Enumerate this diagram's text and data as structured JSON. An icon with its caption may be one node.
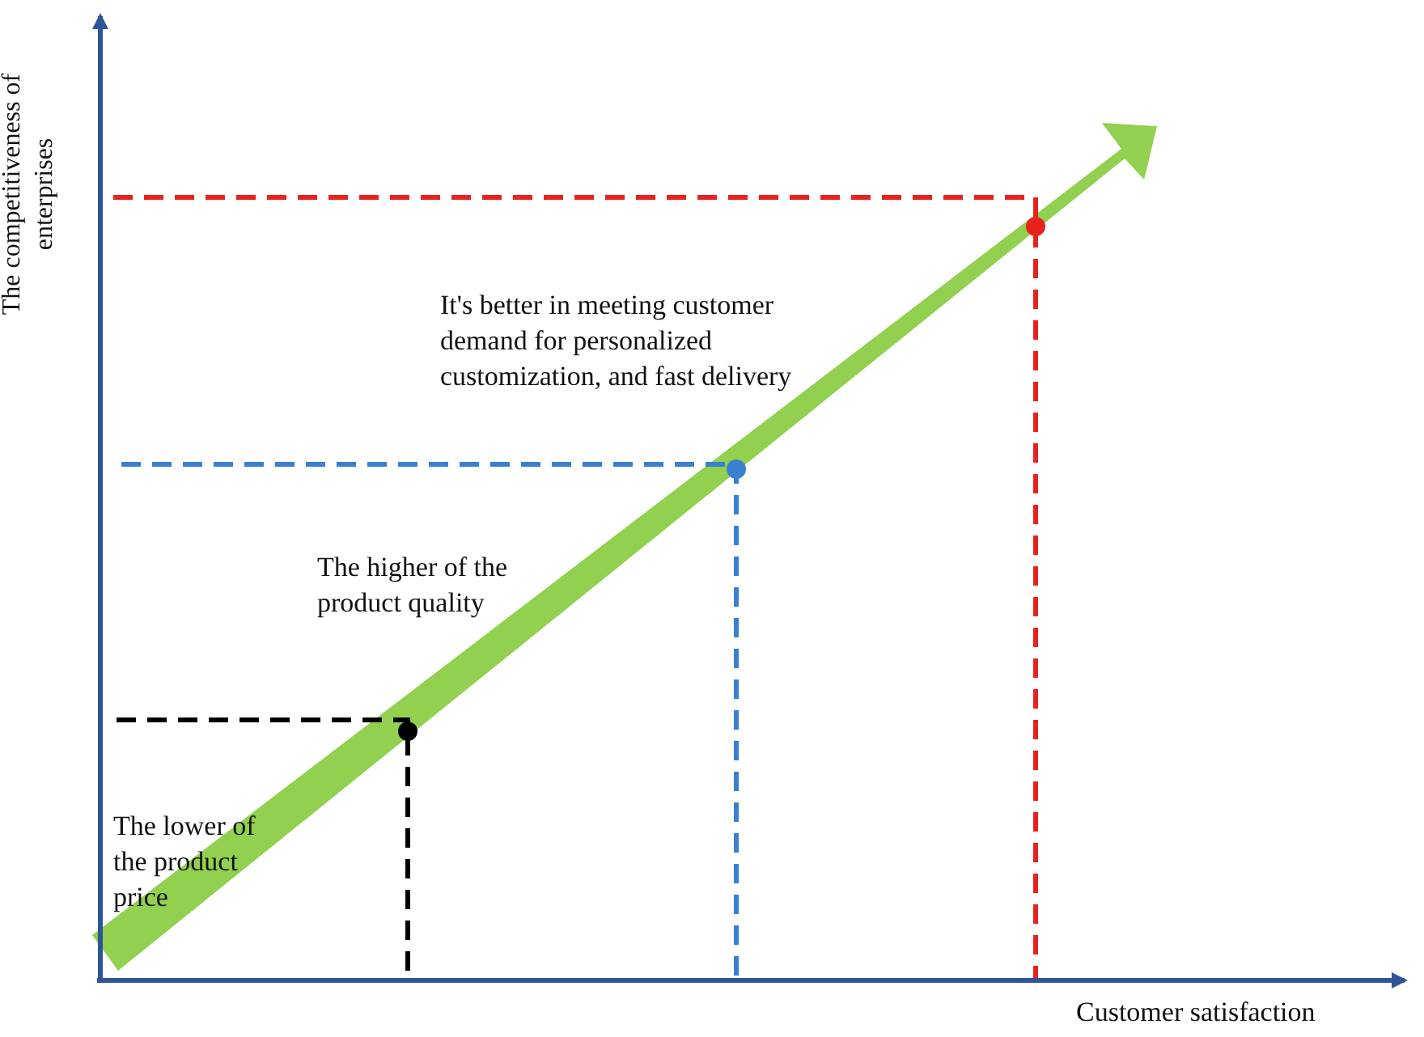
{
  "diagram": {
    "labels": [
      "The competitiveness of enterprises",
      "It's better in meeting customer demand for personalized customization, and fast delivery",
      "The higher of the product quality",
      "The lower of the product price",
      "Customer satisfaction"
    ]
  }
}
